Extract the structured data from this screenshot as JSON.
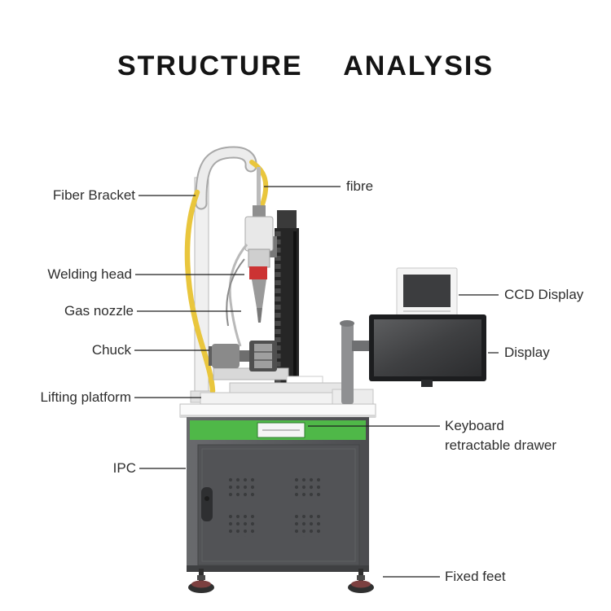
{
  "title": "STRUCTURE  ANALYSIS",
  "colors": {
    "accent_green": "#4fb848",
    "cable_yellow": "#e9c63d",
    "red_part": "#cc3333"
  },
  "labels": {
    "fiber_bracket": "Fiber Bracket",
    "fibre": "fibre",
    "welding_head": "Welding head",
    "gas_nozzle": "Gas nozzle",
    "chuck": "Chuck",
    "lifting_platform": "Lifting platform",
    "ccd_display": "CCD Display",
    "display": "Display",
    "keyboard_drawer_line1": "Keyboard",
    "keyboard_drawer_line2": "retractable drawer",
    "ipc": "IPC",
    "fixed_feet": "Fixed feet"
  }
}
